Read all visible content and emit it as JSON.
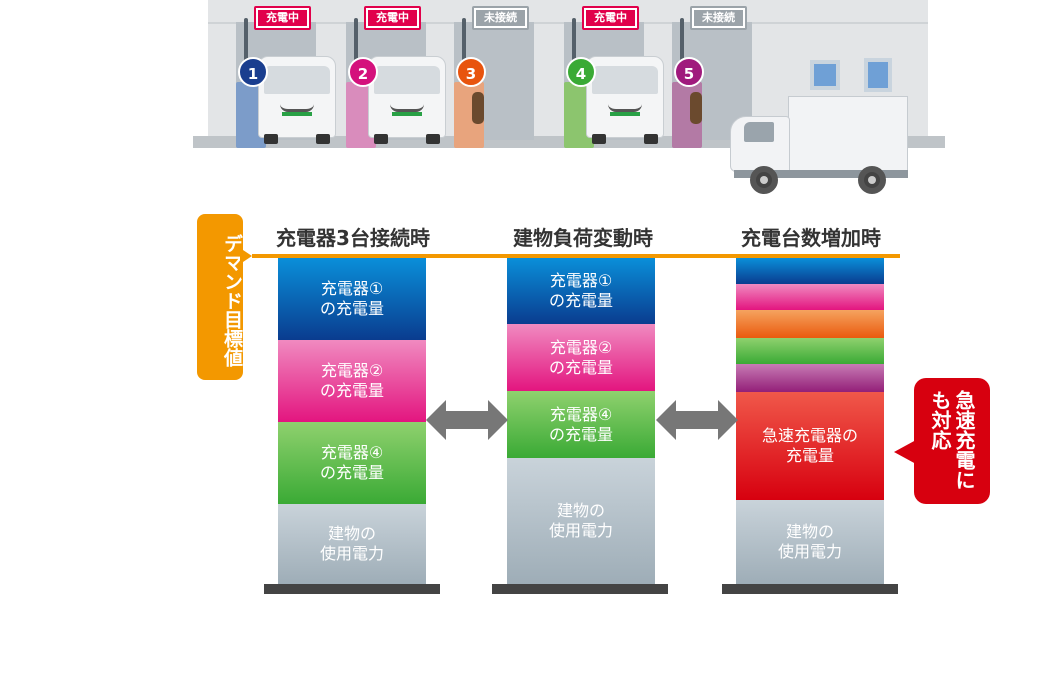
{
  "depot": {
    "status_charging": "充電中",
    "status_idle": "未接続",
    "bays": [
      {
        "number": "1",
        "status": "充電中",
        "color": "#1a3e8f",
        "charger_color": "#7c9cc9"
      },
      {
        "number": "2",
        "status": "充電中",
        "color": "#d4117c",
        "charger_color": "#d98cbc"
      },
      {
        "number": "3",
        "status": "未接続",
        "color": "#e8540e",
        "charger_color": "#e8a47d"
      },
      {
        "number": "4",
        "status": "充電中",
        "color": "#3aaa35",
        "charger_color": "#8cc56e"
      },
      {
        "number": "5",
        "status": "未接続",
        "color": "#a01a7d",
        "charger_color": "#b37aa5"
      }
    ]
  },
  "diagram": {
    "target_label": "デマンド目標値",
    "target_color": "#f39800",
    "columns": [
      {
        "title": "充電器3台接続時",
        "segments": [
          {
            "label": "充電器①\nの充電量",
            "color_top": "#0a8fd9",
            "color_bottom": "#0a3c8f"
          },
          {
            "label": "充電器②\nの充電量",
            "color_top": "#f08ac0",
            "color_bottom": "#e3157f"
          },
          {
            "label": "充電器④\nの充電量",
            "color_top": "#8fd16e",
            "color_bottom": "#3aaa35"
          },
          {
            "label": "建物の\n使用電力",
            "color_top": "#c9d3da",
            "color_bottom": "#9eadb7"
          }
        ]
      },
      {
        "title": "建物負荷変動時",
        "segments": [
          {
            "label": "充電器①\nの充電量",
            "color_top": "#0a8fd9",
            "color_bottom": "#0a3c8f"
          },
          {
            "label": "充電器②\nの充電量",
            "color_top": "#f08ac0",
            "color_bottom": "#e3157f"
          },
          {
            "label": "充電器④\nの充電量",
            "color_top": "#8fd16e",
            "color_bottom": "#3aaa35"
          },
          {
            "label": "建物の\n使用電力",
            "color_top": "#c9d3da",
            "color_bottom": "#9eadb7"
          }
        ]
      },
      {
        "title": "充電台数増加時",
        "segments": [
          {
            "label": "",
            "color_top": "#0a8fd9",
            "color_bottom": "#0a3c8f"
          },
          {
            "label": "",
            "color_top": "#f08ac0",
            "color_bottom": "#e3157f"
          },
          {
            "label": "",
            "color_top": "#f5a35f",
            "color_bottom": "#ea5a0e"
          },
          {
            "label": "",
            "color_top": "#8fd16e",
            "color_bottom": "#3aaa35"
          },
          {
            "label": "",
            "color_top": "#c77bb4",
            "color_bottom": "#931f78"
          },
          {
            "label": "急速充電器の\n充電量",
            "color_top": "#f0584a",
            "color_bottom": "#d7000f"
          },
          {
            "label": "建物の\n使用電力",
            "color_top": "#c9d3da",
            "color_bottom": "#9eadb7"
          }
        ]
      }
    ],
    "callout": "急速充電にも対応",
    "callout_color": "#d7000f",
    "arrow_color": "#777777"
  }
}
